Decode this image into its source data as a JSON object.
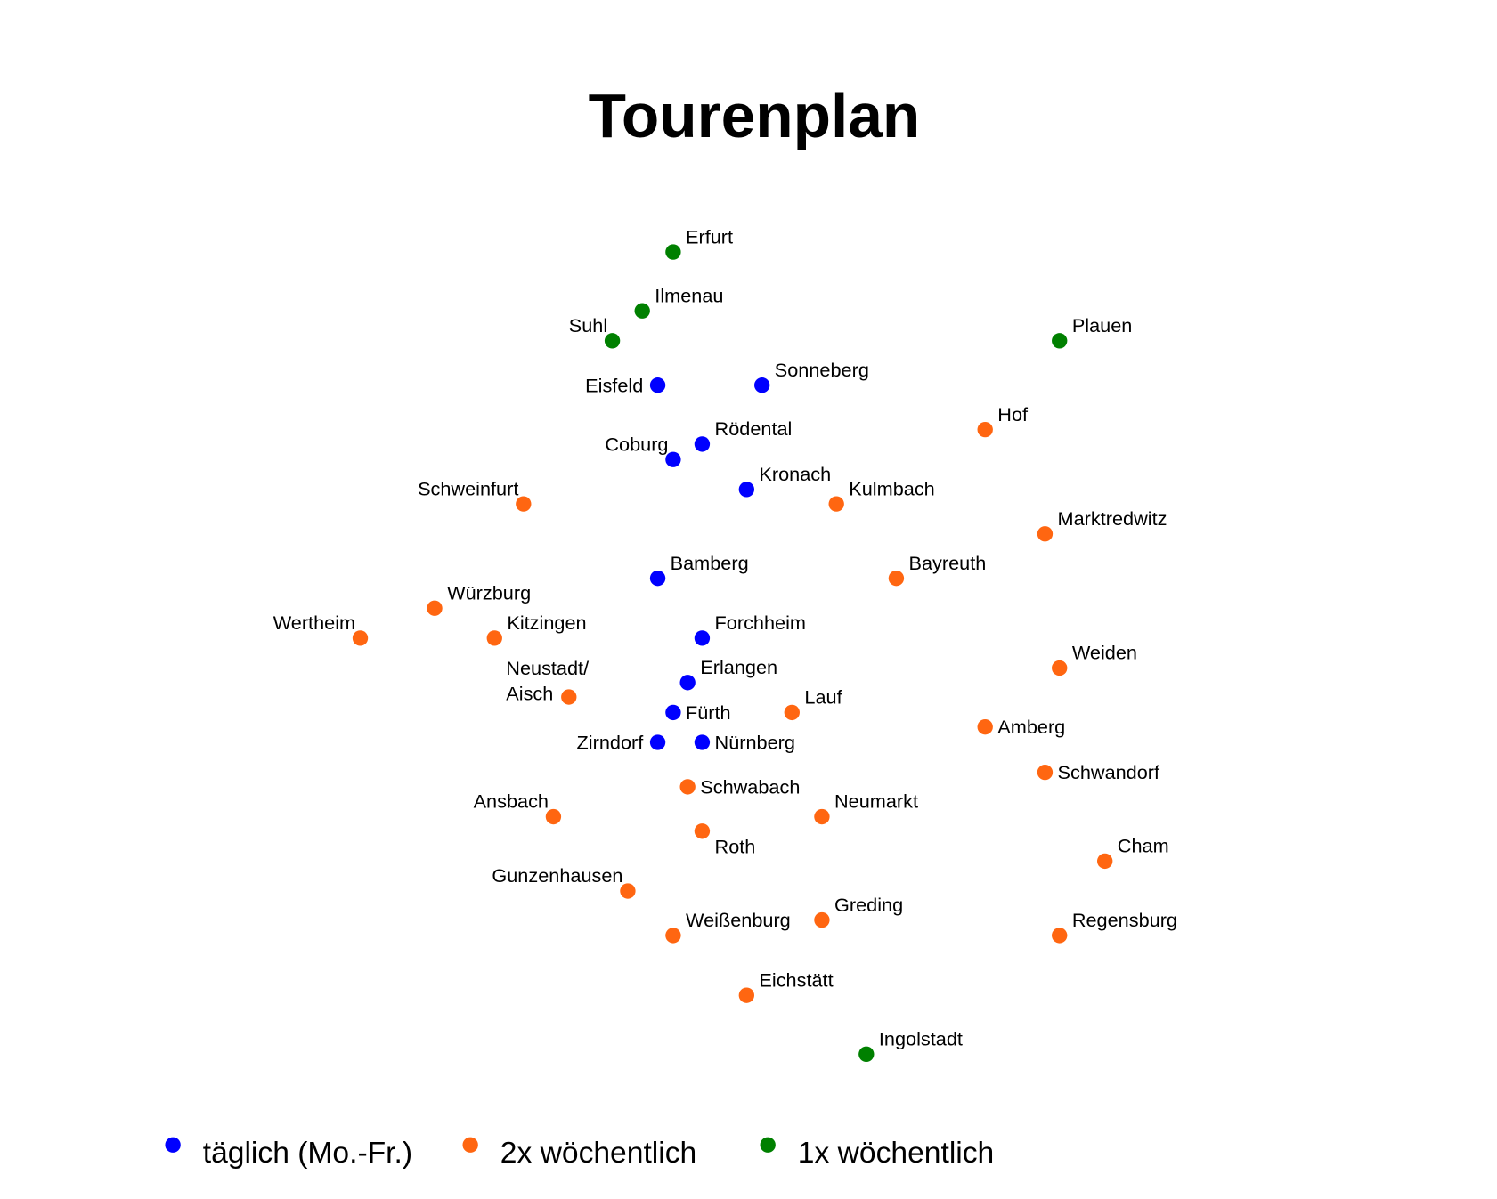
{
  "title": "Tourenplan",
  "colors": {
    "daily": "#0000ff",
    "twice": "#ff6611",
    "weekly": "#008000"
  },
  "legend": [
    {
      "key": "daily",
      "label": "täglich (Mo.-Fr.)"
    },
    {
      "key": "twice",
      "label": "2x wöchentlich"
    },
    {
      "key": "weekly",
      "label": "1x wöchentlich"
    }
  ],
  "cities": [
    {
      "name": "Erfurt",
      "freq": "weekly"
    },
    {
      "name": "Ilmenau",
      "freq": "weekly"
    },
    {
      "name": "Suhl",
      "freq": "weekly"
    },
    {
      "name": "Plauen",
      "freq": "weekly"
    },
    {
      "name": "Eisfeld",
      "freq": "daily"
    },
    {
      "name": "Sonneberg",
      "freq": "daily"
    },
    {
      "name": "Hof",
      "freq": "twice"
    },
    {
      "name": "Rödental",
      "freq": "daily"
    },
    {
      "name": "Coburg",
      "freq": "daily"
    },
    {
      "name": "Kronach",
      "freq": "daily"
    },
    {
      "name": "Kulmbach",
      "freq": "twice"
    },
    {
      "name": "Schweinfurt",
      "freq": "twice"
    },
    {
      "name": "Marktredwitz",
      "freq": "twice"
    },
    {
      "name": "Bamberg",
      "freq": "daily"
    },
    {
      "name": "Bayreuth",
      "freq": "twice"
    },
    {
      "name": "Würzburg",
      "freq": "twice"
    },
    {
      "name": "Wertheim",
      "freq": "twice"
    },
    {
      "name": "Kitzingen",
      "freq": "twice"
    },
    {
      "name": "Forchheim",
      "freq": "daily"
    },
    {
      "name": "Weiden",
      "freq": "twice"
    },
    {
      "name": "Neustadt/",
      "name2": "Aisch",
      "freq": "twice"
    },
    {
      "name": "Erlangen",
      "freq": "daily"
    },
    {
      "name": "Lauf",
      "freq": "twice"
    },
    {
      "name": "Fürth",
      "freq": "daily"
    },
    {
      "name": "Amberg",
      "freq": "twice"
    },
    {
      "name": "Zirndorf",
      "freq": "daily"
    },
    {
      "name": "Nürnberg",
      "freq": "daily"
    },
    {
      "name": "Schwandorf",
      "freq": "twice"
    },
    {
      "name": "Schwabach",
      "freq": "twice"
    },
    {
      "name": "Ansbach",
      "freq": "twice"
    },
    {
      "name": "Neumarkt",
      "freq": "twice"
    },
    {
      "name": "Roth",
      "freq": "twice"
    },
    {
      "name": "Cham",
      "freq": "twice"
    },
    {
      "name": "Gunzenhausen",
      "freq": "twice"
    },
    {
      "name": "Greding",
      "freq": "twice"
    },
    {
      "name": "Weißenburg",
      "freq": "twice"
    },
    {
      "name": "Regensburg",
      "freq": "twice"
    },
    {
      "name": "Eichstätt",
      "freq": "twice"
    },
    {
      "name": "Ingolstadt",
      "freq": "weekly"
    }
  ]
}
